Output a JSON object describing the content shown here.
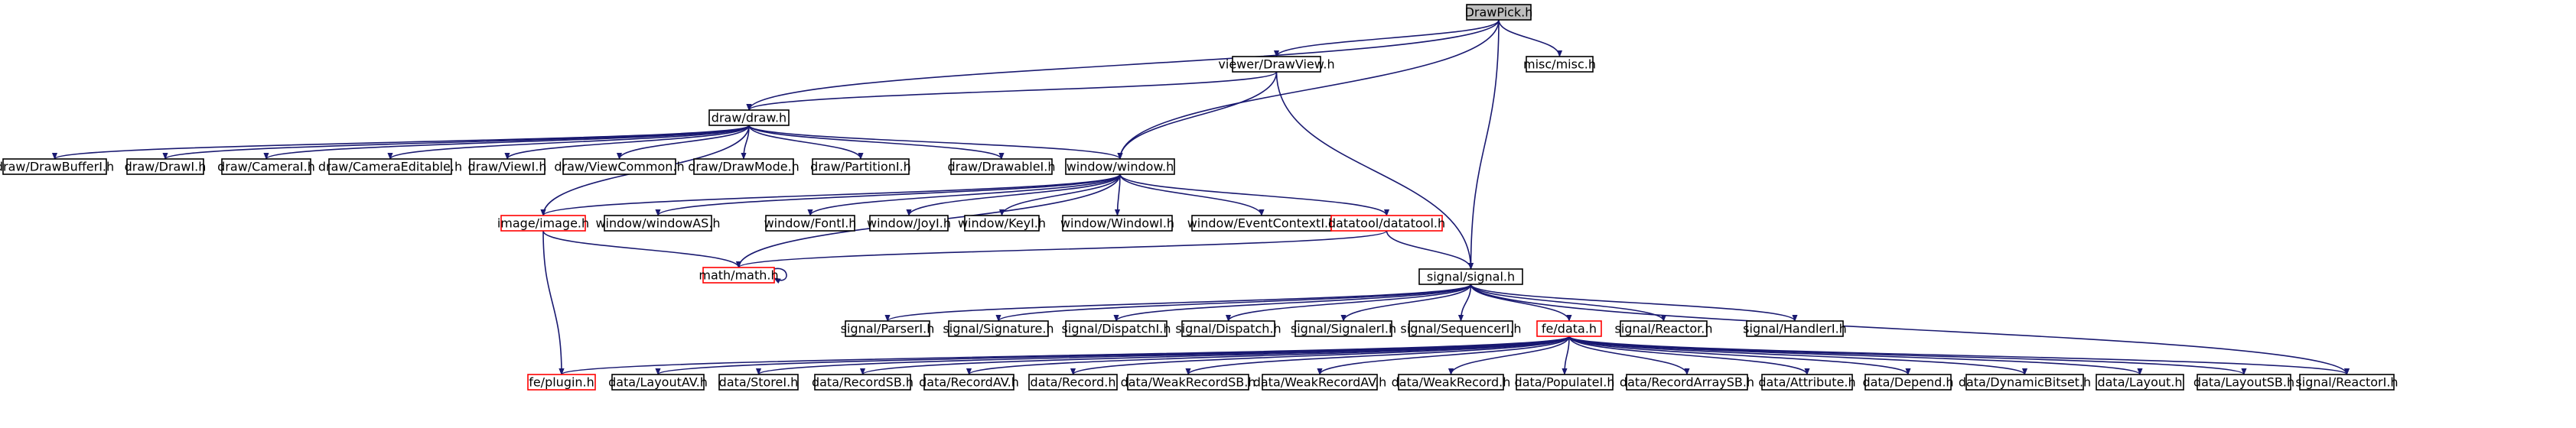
{
  "colors": {
    "edge": "#191970",
    "node_border": "#000000",
    "missing_border": "#ff0000",
    "root_fill": "#bfbfbf",
    "node_fill": "#ffffff"
  },
  "nodes": [
    {
      "id": "drawpick",
      "label": "DrawPick.h",
      "kind": "root"
    },
    {
      "id": "viewer_drawview",
      "label": "viewer/DrawView.h",
      "kind": "normal"
    },
    {
      "id": "misc",
      "label": "misc/misc.h",
      "kind": "normal"
    },
    {
      "id": "draw",
      "label": "draw/draw.h",
      "kind": "normal"
    },
    {
      "id": "drawbufferi",
      "label": "draw/DrawBufferI.h",
      "kind": "normal"
    },
    {
      "id": "drawi",
      "label": "draw/DrawI.h",
      "kind": "normal"
    },
    {
      "id": "camerai",
      "label": "draw/CameraI.h",
      "kind": "normal"
    },
    {
      "id": "cameraeditable",
      "label": "draw/CameraEditable.h",
      "kind": "normal"
    },
    {
      "id": "viewi",
      "label": "draw/ViewI.h",
      "kind": "normal"
    },
    {
      "id": "viewcommon",
      "label": "draw/ViewCommon.h",
      "kind": "normal"
    },
    {
      "id": "drawmode",
      "label": "draw/DrawMode.h",
      "kind": "normal"
    },
    {
      "id": "partitioni",
      "label": "draw/PartitionI.h",
      "kind": "normal"
    },
    {
      "id": "drawablei",
      "label": "draw/DrawableI.h",
      "kind": "normal"
    },
    {
      "id": "window",
      "label": "window/window.h",
      "kind": "normal"
    },
    {
      "id": "image",
      "label": "image/image.h",
      "kind": "missing"
    },
    {
      "id": "windowas",
      "label": "window/windowAS.h",
      "kind": "normal"
    },
    {
      "id": "fonti",
      "label": "window/FontI.h",
      "kind": "normal"
    },
    {
      "id": "joyi",
      "label": "window/JoyI.h",
      "kind": "normal"
    },
    {
      "id": "keyi",
      "label": "window/KeyI.h",
      "kind": "normal"
    },
    {
      "id": "windowi",
      "label": "window/WindowI.h",
      "kind": "normal"
    },
    {
      "id": "eventcontexti",
      "label": "window/EventContextI.h",
      "kind": "normal"
    },
    {
      "id": "datatool",
      "label": "datatool/datatool.h",
      "kind": "missing"
    },
    {
      "id": "math",
      "label": "math/math.h",
      "kind": "missing"
    },
    {
      "id": "signal",
      "label": "signal/signal.h",
      "kind": "normal"
    },
    {
      "id": "parseri",
      "label": "signal/ParserI.h",
      "kind": "normal"
    },
    {
      "id": "signature",
      "label": "signal/Signature.h",
      "kind": "normal"
    },
    {
      "id": "dispatchi",
      "label": "signal/DispatchI.h",
      "kind": "normal"
    },
    {
      "id": "dispatch",
      "label": "signal/Dispatch.h",
      "kind": "normal"
    },
    {
      "id": "signaleri",
      "label": "signal/SignalerI.h",
      "kind": "normal"
    },
    {
      "id": "sequenceri",
      "label": "signal/SequencerI.h",
      "kind": "normal"
    },
    {
      "id": "fedata",
      "label": "fe/data.h",
      "kind": "missing"
    },
    {
      "id": "reactor",
      "label": "signal/Reactor.h",
      "kind": "normal"
    },
    {
      "id": "handleri",
      "label": "signal/HandlerI.h",
      "kind": "normal"
    },
    {
      "id": "plugin",
      "label": "fe/plugin.h",
      "kind": "missing"
    },
    {
      "id": "layoutav",
      "label": "data/LayoutAV.h",
      "kind": "normal"
    },
    {
      "id": "storei",
      "label": "data/StoreI.h",
      "kind": "normal"
    },
    {
      "id": "recordsb",
      "label": "data/RecordSB.h",
      "kind": "normal"
    },
    {
      "id": "recordav",
      "label": "data/RecordAV.h",
      "kind": "normal"
    },
    {
      "id": "record",
      "label": "data/Record.h",
      "kind": "normal"
    },
    {
      "id": "weakrecordsb",
      "label": "data/WeakRecordSB.h",
      "kind": "normal"
    },
    {
      "id": "weakrecordav",
      "label": "data/WeakRecordAV.h",
      "kind": "normal"
    },
    {
      "id": "weakrecord",
      "label": "data/WeakRecord.h",
      "kind": "normal"
    },
    {
      "id": "populatei",
      "label": "data/PopulateI.h",
      "kind": "normal"
    },
    {
      "id": "recordarraysb",
      "label": "data/RecordArraySB.h",
      "kind": "normal"
    },
    {
      "id": "attribute",
      "label": "data/Attribute.h",
      "kind": "normal"
    },
    {
      "id": "depend",
      "label": "data/Depend.h",
      "kind": "normal"
    },
    {
      "id": "dynamicbitset",
      "label": "data/DynamicBitset.h",
      "kind": "normal"
    },
    {
      "id": "layout",
      "label": "data/Layout.h",
      "kind": "normal"
    },
    {
      "id": "layoutsb",
      "label": "data/LayoutSB.h",
      "kind": "normal"
    },
    {
      "id": "reactori",
      "label": "signal/ReactorI.h",
      "kind": "normal"
    }
  ],
  "edges": [
    [
      "drawpick",
      "viewer_drawview"
    ],
    [
      "drawpick",
      "misc"
    ],
    [
      "drawpick",
      "draw"
    ],
    [
      "drawpick",
      "window"
    ],
    [
      "drawpick",
      "signal"
    ],
    [
      "viewer_drawview",
      "draw"
    ],
    [
      "viewer_drawview",
      "window"
    ],
    [
      "viewer_drawview",
      "signal"
    ],
    [
      "draw",
      "drawbufferi"
    ],
    [
      "draw",
      "drawi"
    ],
    [
      "draw",
      "camerai"
    ],
    [
      "draw",
      "cameraeditable"
    ],
    [
      "draw",
      "viewi"
    ],
    [
      "draw",
      "viewcommon"
    ],
    [
      "draw",
      "drawmode"
    ],
    [
      "draw",
      "partitioni"
    ],
    [
      "draw",
      "drawablei"
    ],
    [
      "draw",
      "window"
    ],
    [
      "draw",
      "image"
    ],
    [
      "window",
      "image"
    ],
    [
      "window",
      "windowas"
    ],
    [
      "window",
      "fonti"
    ],
    [
      "window",
      "joyi"
    ],
    [
      "window",
      "keyi"
    ],
    [
      "window",
      "windowi"
    ],
    [
      "window",
      "eventcontexti"
    ],
    [
      "window",
      "datatool"
    ],
    [
      "window",
      "math"
    ],
    [
      "image",
      "math"
    ],
    [
      "image",
      "plugin"
    ],
    [
      "datatool",
      "math"
    ],
    [
      "datatool",
      "signal"
    ],
    [
      "math",
      "math"
    ],
    [
      "signal",
      "parseri"
    ],
    [
      "signal",
      "signature"
    ],
    [
      "signal",
      "dispatchi"
    ],
    [
      "signal",
      "dispatch"
    ],
    [
      "signal",
      "signaleri"
    ],
    [
      "signal",
      "sequenceri"
    ],
    [
      "signal",
      "fedata"
    ],
    [
      "signal",
      "reactor"
    ],
    [
      "signal",
      "handleri"
    ],
    [
      "signal",
      "reactori"
    ],
    [
      "fedata",
      "plugin"
    ],
    [
      "fedata",
      "layoutav"
    ],
    [
      "fedata",
      "storei"
    ],
    [
      "fedata",
      "recordsb"
    ],
    [
      "fedata",
      "recordav"
    ],
    [
      "fedata",
      "record"
    ],
    [
      "fedata",
      "weakrecordsb"
    ],
    [
      "fedata",
      "weakrecordav"
    ],
    [
      "fedata",
      "weakrecord"
    ],
    [
      "fedata",
      "populatei"
    ],
    [
      "fedata",
      "recordarraysb"
    ],
    [
      "fedata",
      "attribute"
    ],
    [
      "fedata",
      "depend"
    ],
    [
      "fedata",
      "dynamicbitset"
    ],
    [
      "fedata",
      "layout"
    ],
    [
      "fedata",
      "layoutsb"
    ],
    [
      "fedata",
      "reactori"
    ]
  ]
}
